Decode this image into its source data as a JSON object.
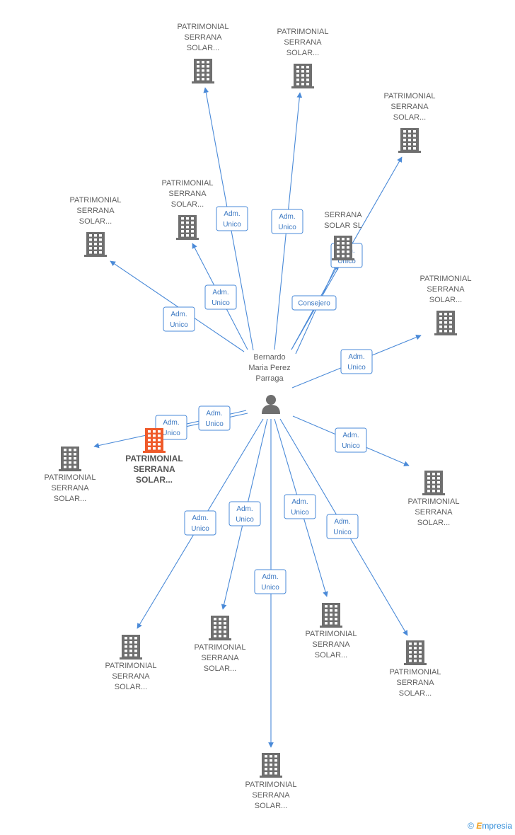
{
  "colors": {
    "edge": "#4a8ad8",
    "company": "#6f6f6f",
    "highlight": "#ef5a2a",
    "person": "#6f6f6f"
  },
  "center": {
    "label": [
      "Bernardo",
      "Maria Perez",
      "Parraga"
    ],
    "icon": "person-icon"
  },
  "nodes": [
    {
      "id": "n1",
      "label": [
        "PATRIMONIAL",
        "SERRANA",
        "SOLAR..."
      ],
      "icon": "building-icon"
    },
    {
      "id": "n2",
      "label": [
        "PATRIMONIAL",
        "SERRANA",
        "SOLAR..."
      ],
      "icon": "building-icon"
    },
    {
      "id": "n3",
      "label": [
        "PATRIMONIAL",
        "SERRANA",
        "SOLAR..."
      ],
      "icon": "building-icon"
    },
    {
      "id": "n4",
      "label": [
        "PATRIMONIAL",
        "SERRANA",
        "SOLAR..."
      ],
      "icon": "building-icon"
    },
    {
      "id": "n5",
      "label": [
        "PATRIMONIAL",
        "SERRANA",
        "SOLAR..."
      ],
      "icon": "building-icon"
    },
    {
      "id": "n6",
      "label": [
        "SERRANA",
        "SOLAR SL"
      ],
      "icon": "building-icon"
    },
    {
      "id": "n7",
      "label": [
        "PATRIMONIAL",
        "SERRANA",
        "SOLAR..."
      ],
      "icon": "building-icon"
    },
    {
      "id": "n8",
      "label": [
        "PATRIMONIAL",
        "SERRANA",
        "SOLAR..."
      ],
      "icon": "building-icon",
      "highlight": true
    },
    {
      "id": "n9",
      "label": [
        "PATRIMONIAL",
        "SERRANA",
        "SOLAR..."
      ],
      "icon": "building-icon"
    },
    {
      "id": "n10",
      "label": [
        "PATRIMONIAL",
        "SERRANA",
        "SOLAR..."
      ],
      "icon": "building-icon"
    },
    {
      "id": "n11",
      "label": [
        "PATRIMONIAL",
        "SERRANA",
        "SOLAR..."
      ],
      "icon": "building-icon"
    },
    {
      "id": "n12",
      "label": [
        "PATRIMONIAL",
        "SERRANA",
        "SOLAR..."
      ],
      "icon": "building-icon"
    },
    {
      "id": "n13",
      "label": [
        "PATRIMONIAL",
        "SERRANA",
        "SOLAR..."
      ],
      "icon": "building-icon"
    },
    {
      "id": "n14",
      "label": [
        "PATRIMONIAL",
        "SERRANA",
        "SOLAR..."
      ],
      "icon": "building-icon"
    },
    {
      "id": "n15",
      "label": [
        "PATRIMONIAL",
        "SERRANA",
        "SOLAR..."
      ],
      "icon": "building-icon"
    },
    {
      "id": "n16",
      "label": [
        "PATRIMONIAL",
        "SERRANA",
        "SOLAR..."
      ],
      "icon": "building-icon"
    }
  ],
  "edges": [
    {
      "to": "n1",
      "label": [
        "Adm.",
        "Unico"
      ]
    },
    {
      "to": "n2",
      "label": [
        "Adm.",
        "Unico"
      ]
    },
    {
      "to": "n3",
      "label": []
    },
    {
      "to": "n4",
      "label": [
        "Adm.",
        "Unico"
      ]
    },
    {
      "to": "n5",
      "label": [
        "Adm.",
        "Unico"
      ]
    },
    {
      "to": "n6",
      "label": [
        "Adm.",
        "Unico"
      ]
    },
    {
      "to": "n6",
      "label": [
        "Consejero"
      ]
    },
    {
      "to": "n7",
      "label": [
        "Adm.",
        "Unico"
      ]
    },
    {
      "to": "n8",
      "label": [
        "Adm.",
        "Unico"
      ]
    },
    {
      "to": "n9",
      "label": [
        "Adm.",
        "Unico"
      ]
    },
    {
      "to": "n10",
      "label": [
        "Adm.",
        "Unico"
      ]
    },
    {
      "to": "n11",
      "label": [
        "Adm.",
        "Unico"
      ]
    },
    {
      "to": "n12",
      "label": [
        "Adm.",
        "Unico"
      ]
    },
    {
      "to": "n13",
      "label": [
        "Adm.",
        "Unico"
      ]
    },
    {
      "to": "n14",
      "label": [
        "Adm.",
        "Unico"
      ]
    },
    {
      "to": "n15",
      "label": [
        "Adm.",
        "Unico"
      ]
    },
    {
      "to": "n16",
      "label": [
        "Adm.",
        "Unico"
      ]
    }
  ],
  "footer": {
    "copyright": "©",
    "brand_initial": "E",
    "brand_rest": "mpresia"
  }
}
